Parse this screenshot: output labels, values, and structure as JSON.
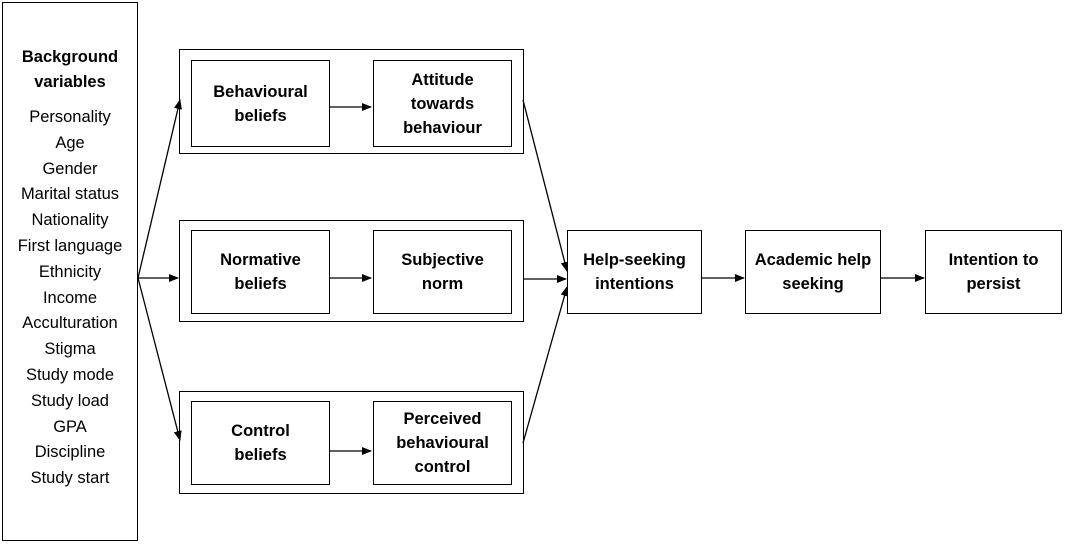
{
  "background": {
    "title_line1": "Background",
    "title_line2": "variables",
    "items": [
      "Personality",
      "Age",
      "Gender",
      "Marital status",
      "Nationality",
      "First language",
      "Ethnicity",
      "Income",
      "Acculturation",
      "Stigma",
      "Study mode",
      "Study load",
      "GPA",
      "Discipline",
      "Study start"
    ]
  },
  "groups": [
    {
      "belief": [
        "Behavioural",
        "beliefs"
      ],
      "outcome": [
        "Attitude",
        "towards",
        "behaviour"
      ]
    },
    {
      "belief": [
        "Normative",
        "beliefs"
      ],
      "outcome": [
        "Subjective",
        "norm"
      ]
    },
    {
      "belief": [
        "Control",
        "beliefs"
      ],
      "outcome": [
        "Perceived",
        "behavioural",
        "control"
      ]
    }
  ],
  "chain": [
    {
      "lines": [
        "Help-seeking",
        "intentions"
      ]
    },
    {
      "lines": [
        "Academic help",
        "seeking"
      ]
    },
    {
      "lines": [
        "Intention to",
        "persist"
      ]
    }
  ]
}
